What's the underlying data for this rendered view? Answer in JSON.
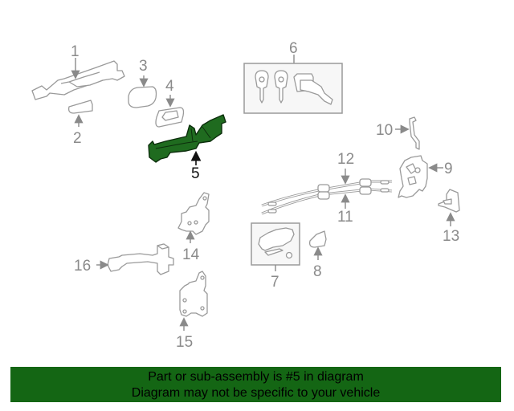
{
  "diagram": {
    "highlighted_part": "5",
    "highlight_color": "#1f6b1f",
    "callouts": [
      {
        "id": "1",
        "label": "1"
      },
      {
        "id": "2",
        "label": "2"
      },
      {
        "id": "3",
        "label": "3"
      },
      {
        "id": "4",
        "label": "4"
      },
      {
        "id": "5",
        "label": "5"
      },
      {
        "id": "6",
        "label": "6"
      },
      {
        "id": "7",
        "label": "7"
      },
      {
        "id": "8",
        "label": "8"
      },
      {
        "id": "9",
        "label": "9"
      },
      {
        "id": "10",
        "label": "10"
      },
      {
        "id": "11",
        "label": "11"
      },
      {
        "id": "12",
        "label": "12"
      },
      {
        "id": "13",
        "label": "13"
      },
      {
        "id": "14",
        "label": "14"
      },
      {
        "id": "15",
        "label": "15"
      },
      {
        "id": "16",
        "label": "16"
      }
    ]
  },
  "banner": {
    "line1": "Part or sub-assembly is #5 in diagram",
    "line2": "Diagram may not be specific to your vehicle",
    "background": "#146614"
  }
}
